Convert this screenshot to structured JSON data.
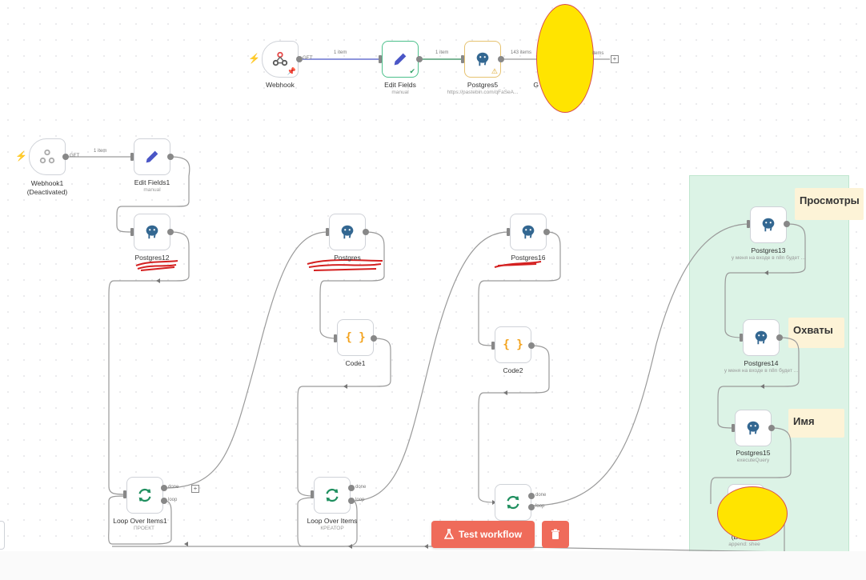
{
  "colors": {
    "accent": "#ef6b5a",
    "postgres_blue": "#336791",
    "loop_green": "#1f8f5f",
    "code_orange": "#f3a21c",
    "edit_blue": "#4a56c6",
    "webhook_red": "#e54848"
  },
  "top_flow": {
    "webhook": {
      "title": "Webhook",
      "method": "GET",
      "icon": "webhook-icon",
      "pin_icon": "pin-icon"
    },
    "edit_fields": {
      "title": "Edit Fields",
      "subtitle": "manual",
      "icon": "pencil-icon"
    },
    "postgres5": {
      "title": "Postgres5",
      "subtitle": "https://pastebin.com/qFaSeA...",
      "icon": "postgres-icon"
    },
    "edges": [
      "1 item",
      "1 item",
      "143 items",
      "items"
    ],
    "hidden_node_initial": "G"
  },
  "main_flow": {
    "webhook1": {
      "title": "Webhook1",
      "subtitle": "(Deactivated)",
      "method": "GET"
    },
    "edit_fields1": {
      "title": "Edit Fields1",
      "subtitle": "manual"
    },
    "edge_label": "1 item",
    "postgres12": {
      "title": "Postgres12"
    },
    "postgres": {
      "title": "Postgres"
    },
    "postgres16": {
      "title": "Postgres16"
    },
    "code1": {
      "title": "Code1",
      "icon_text": "{ }"
    },
    "code2": {
      "title": "Code2",
      "icon_text": "{ }"
    },
    "loop1": {
      "title": "Loop Over Items1",
      "subtitle": "ПРОЕКТ",
      "done": "done",
      "loop": "loop"
    },
    "loop2": {
      "title": "Loop Over Items",
      "subtitle": "КРЕАТОР",
      "done": "done",
      "loop": "loop"
    },
    "loop3": {
      "done": "done",
      "loop": "loop"
    },
    "postgres13": {
      "title": "Postgres13",
      "subtitle": "у меня на входе в n8n будет ..."
    },
    "postgres14": {
      "title": "Postgres14",
      "subtitle": "у меня на входе в n8n будет ..."
    },
    "postgres15": {
      "title": "Postgres15",
      "subtitle": "executeQuery"
    },
    "last_node": {
      "title": "(Deac...)",
      "subtitle": "append: shee"
    }
  },
  "sticky_notes": {
    "views": "Просмотры",
    "reach": "Охваты",
    "name": "Имя"
  },
  "toolbar": {
    "test_workflow": "Test workflow",
    "flask_icon": "flask-icon",
    "delete_icon": "trash-icon"
  }
}
